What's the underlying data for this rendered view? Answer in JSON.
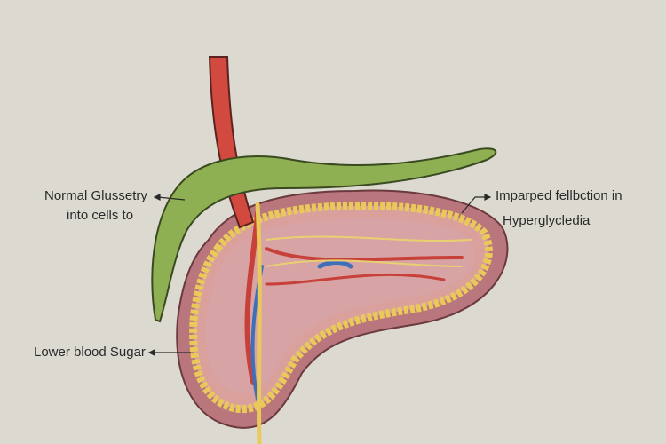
{
  "labels": {
    "left_top_line1": "Normal Glussetry",
    "left_top_line2": "into cells to",
    "right_top_line1": "Imparped fellbction in",
    "right_top_line2": "Hyperglycledia",
    "left_bottom": "Lower blood Sugar"
  },
  "colors": {
    "background": "#dcd9d0",
    "artery": "#d2493f",
    "gallbladder": "#8fb052",
    "organ": "#c98a8c",
    "border": "#e8c95a",
    "vein": "#3f6fb8"
  }
}
